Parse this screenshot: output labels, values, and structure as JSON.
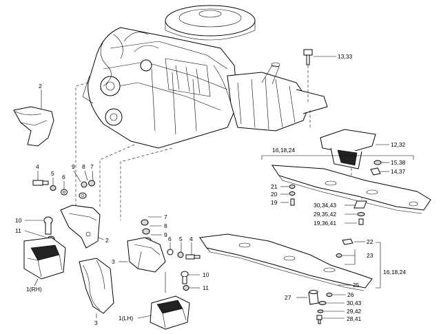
{
  "callouts": [
    {
      "id": "c1",
      "text": "13,33"
    },
    {
      "id": "c2",
      "text": "2"
    },
    {
      "id": "c3",
      "text": "12,32"
    },
    {
      "id": "c4",
      "text": "16,18,24"
    },
    {
      "id": "c5",
      "text": "15,38"
    },
    {
      "id": "c6",
      "text": "14,37"
    },
    {
      "id": "c7",
      "text": "4"
    },
    {
      "id": "c8",
      "text": "5"
    },
    {
      "id": "c9",
      "text": "6"
    },
    {
      "id": "c10",
      "text": "9"
    },
    {
      "id": "c11",
      "text": "8"
    },
    {
      "id": "c12",
      "text": "7"
    },
    {
      "id": "c13",
      "text": "21"
    },
    {
      "id": "c14",
      "text": "20"
    },
    {
      "id": "c15",
      "text": "19"
    },
    {
      "id": "c16",
      "text": "30,34,43"
    },
    {
      "id": "c17",
      "text": "29,35,42"
    },
    {
      "id": "c18",
      "text": "19,36,41"
    },
    {
      "id": "c19",
      "text": "10"
    },
    {
      "id": "c20",
      "text": "11"
    },
    {
      "id": "c21",
      "text": "2"
    },
    {
      "id": "c22",
      "text": "7"
    },
    {
      "id": "c23",
      "text": "8"
    },
    {
      "id": "c24",
      "text": "9"
    },
    {
      "id": "c25",
      "text": "6"
    },
    {
      "id": "c26",
      "text": "5"
    },
    {
      "id": "c27",
      "text": "4"
    },
    {
      "id": "c28",
      "text": "22"
    },
    {
      "id": "c29",
      "text": "23"
    },
    {
      "id": "c30",
      "text": "1(RH)"
    },
    {
      "id": "c31",
      "text": "3"
    },
    {
      "id": "c32",
      "text": "10"
    },
    {
      "id": "c33",
      "text": "11"
    },
    {
      "id": "c34",
      "text": "16,18,24"
    },
    {
      "id": "c35",
      "text": "25"
    },
    {
      "id": "c36",
      "text": "26"
    },
    {
      "id": "c37",
      "text": "27"
    },
    {
      "id": "c38",
      "text": "30,43"
    },
    {
      "id": "c39",
      "text": "29,42"
    },
    {
      "id": "c40",
      "text": "28,41"
    },
    {
      "id": "c41",
      "text": "3"
    },
    {
      "id": "c42",
      "text": "1(LH)"
    }
  ]
}
